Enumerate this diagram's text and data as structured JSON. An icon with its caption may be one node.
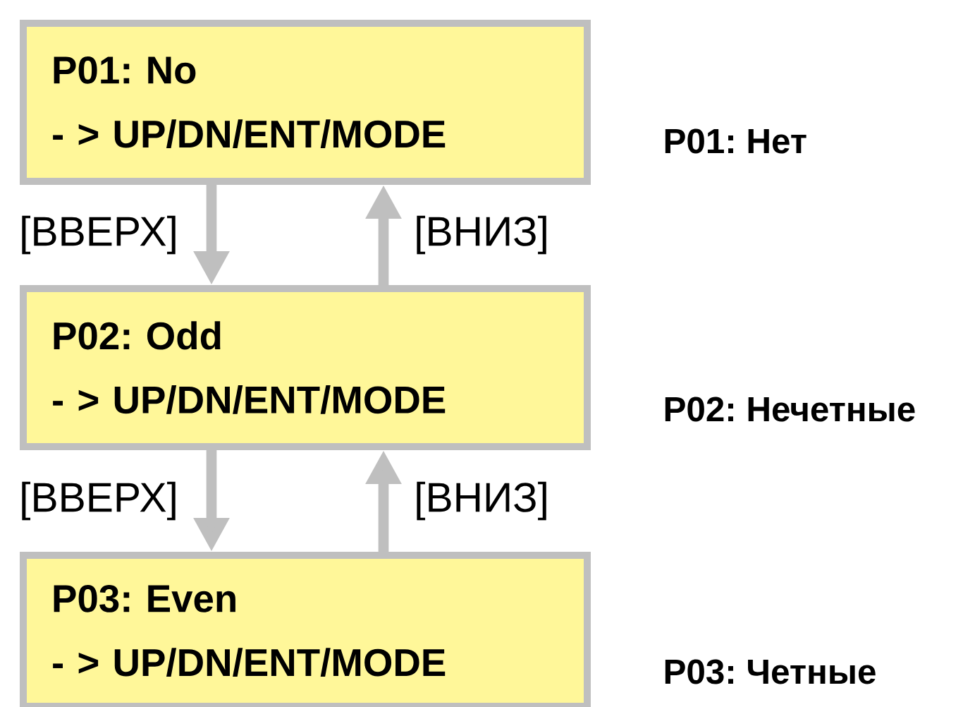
{
  "diagram": {
    "nodes": [
      {
        "text": [
          "P01: No",
          "- > UP/DN/ENT/MODE"
        ],
        "beside": [
          "P01: Нет"
        ]
      },
      {
        "text": [
          "P02: Odd",
          "- > UP/DN/ENT/MODE"
        ],
        "beside": [
          "P02: Нечетные"
        ]
      },
      {
        "text": [
          "P03: Even",
          "- > UP/DN/ENT/MODE"
        ],
        "beside": [
          "P03: Четные"
        ]
      }
    ],
    "edges": [
      {
        "from": 0,
        "to": 1,
        "arrow": "to",
        "label": "[ВВЕРХ]"
      },
      {
        "from": 1,
        "to": 0,
        "arrow": "to",
        "label": "[ВНИЗ]"
      },
      {
        "from": 1,
        "to": 2,
        "arrow": "to",
        "label": "[ВВЕРХ]"
      },
      {
        "from": 2,
        "to": 1,
        "arrow": "to",
        "label": "[ВНИЗ]"
      }
    ]
  }
}
